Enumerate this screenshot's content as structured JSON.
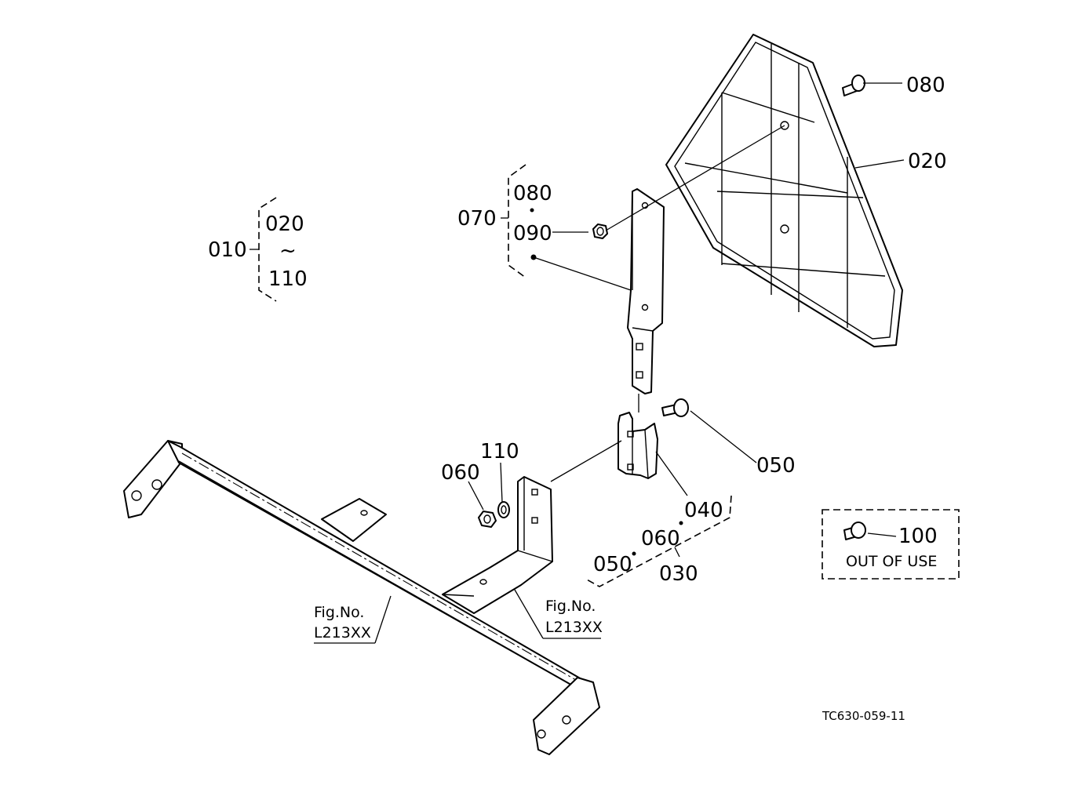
{
  "labels": {
    "p010": "010",
    "p010_from": "020",
    "p010_tilde": "~",
    "p010_to": "110",
    "p070": "070",
    "p070_a": "080",
    "p070_b": "090",
    "p080": "080",
    "p020": "020",
    "p050": "050",
    "p040": "040",
    "p030": "030",
    "p030_a": "050",
    "p030_b": "060",
    "p060": "060",
    "p110": "110",
    "p100": "100",
    "out_of_use": "OUT OF USE",
    "fig_no_1": "Fig.No.",
    "fig_ref_1": "L213XX",
    "fig_no_2": "Fig.No.",
    "fig_ref_2": "L213XX",
    "drawing_code": "TC630-059-11"
  }
}
